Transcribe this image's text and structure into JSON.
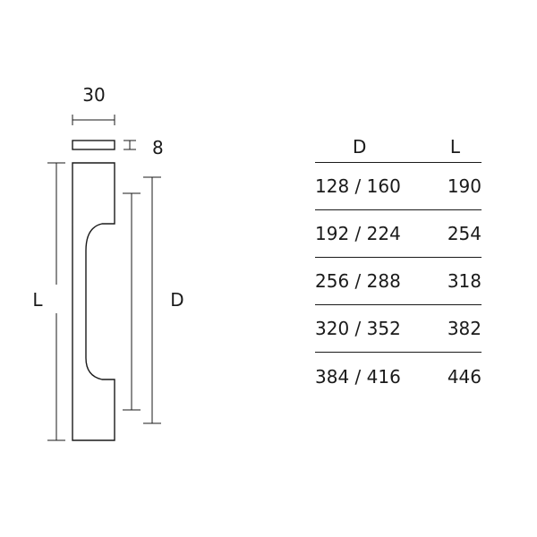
{
  "dimensions": {
    "width_label": "30",
    "thickness_label": "8",
    "length_label": "L",
    "center_distance_label": "D"
  },
  "table": {
    "headers": [
      "D",
      "L"
    ],
    "rows": [
      {
        "d": "128 / 160",
        "l": "190"
      },
      {
        "d": "192 / 224",
        "l": "254"
      },
      {
        "d": "256 / 288",
        "l": "318"
      },
      {
        "d": "320 / 352",
        "l": "382"
      },
      {
        "d": "384 / 416",
        "l": "446"
      }
    ]
  }
}
